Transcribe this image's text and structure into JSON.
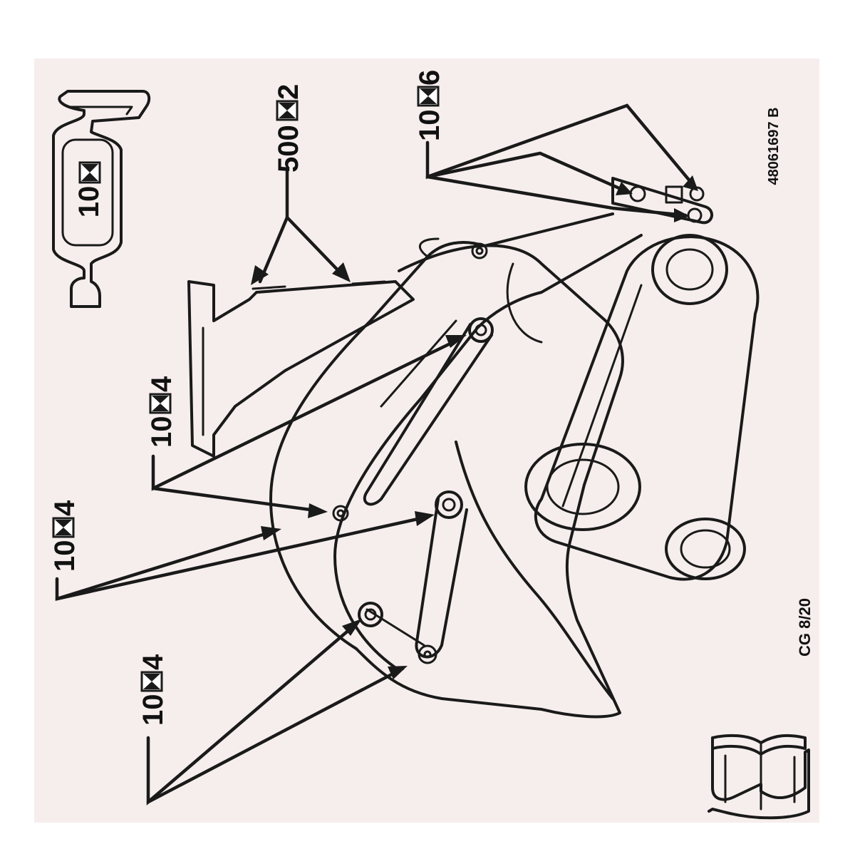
{
  "sticker": {
    "paper_color": "#f6eeed",
    "ink_color": "#1a1a1a",
    "part_number": "48061697 B",
    "edition_code": "CG 8/20",
    "fuel_label": {
      "left": "10",
      "right": ""
    },
    "callouts": [
      {
        "id": "bucket",
        "left": "500",
        "right": "2"
      },
      {
        "id": "top-right",
        "left": "10",
        "right": "6"
      },
      {
        "id": "mid-left",
        "left": "10",
        "right": "4"
      },
      {
        "id": "low-left",
        "left": "10",
        "right": "4"
      },
      {
        "id": "bottom",
        "left": "10",
        "right": "4"
      }
    ],
    "icons": [
      "fuel-filter-icon",
      "hourglass-icon",
      "manual-book-icon"
    ]
  }
}
